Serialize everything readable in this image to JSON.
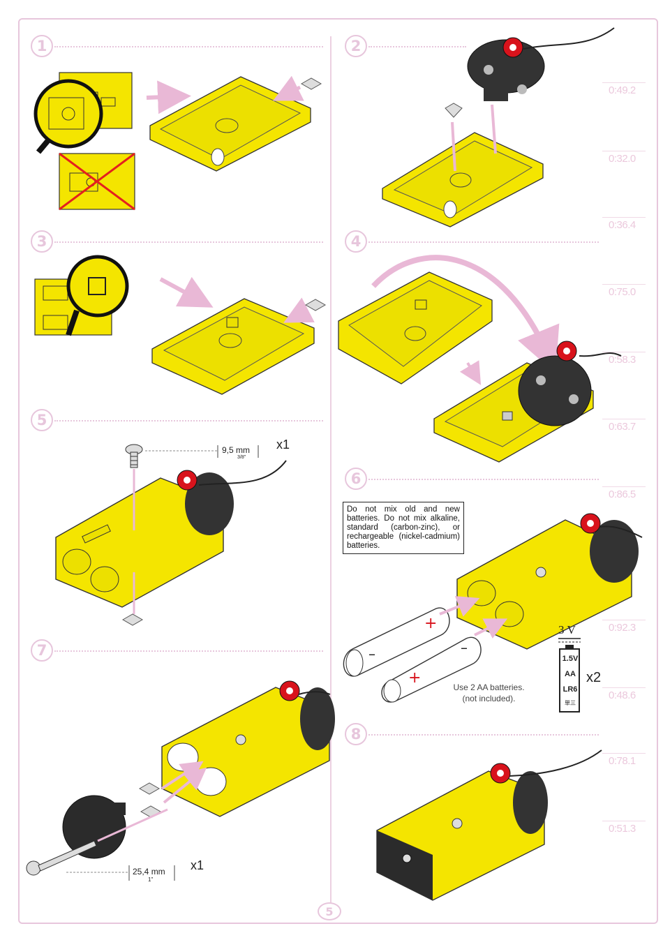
{
  "steps": [
    "1",
    "2",
    "3",
    "4",
    "5",
    "6",
    "7",
    "8"
  ],
  "times": [
    "0:49.2",
    "0:32.0",
    "0:36.4",
    "0:75.0",
    "0:58.3",
    "0:63.7",
    "0:86.5",
    "0:92.3",
    "0:48.6",
    "0:78.1",
    "0:51.3"
  ],
  "step5": {
    "dimension": "9,5 mm",
    "fraction": "3/8\"",
    "qty": "x1"
  },
  "step6": {
    "warning": "Do not mix old and new batteries. Do not mix alkaline, standard (carbon-zinc), or rechargeable (nickel-cadmium) batteries.",
    "voltage": "3 V",
    "battery_spec": {
      "volt": "1.5V",
      "size": "AA",
      "code": "LR6",
      "jp": "単三"
    },
    "battery_qty": "x2",
    "note_line1": "Use 2 AA batteries.",
    "note_line2": "(not included)."
  },
  "step7": {
    "dimension": "25,4 mm",
    "fraction": "1\"",
    "qty": "x1"
  },
  "page_number": "5",
  "colors": {
    "accent": "#e7c6dc",
    "yellow": "#f4e500",
    "dark": "#2b2b2b",
    "red": "#d8131c"
  }
}
